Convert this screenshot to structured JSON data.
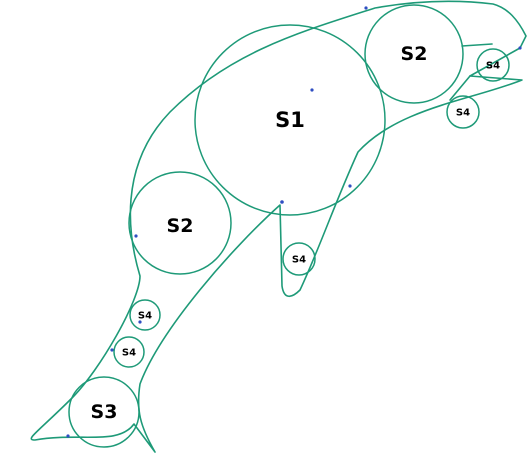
{
  "colors": {
    "outline": "#1e9a78",
    "accent_dots": "#2f4ec2",
    "label": "#000000",
    "background": "#ffffff"
  },
  "shape": {
    "name": "dolphin",
    "circles": [
      {
        "label": "S1"
      },
      {
        "label": "S2"
      },
      {
        "label": "S2"
      },
      {
        "label": "S3"
      },
      {
        "label": "S4"
      },
      {
        "label": "S4"
      },
      {
        "label": "S4"
      },
      {
        "label": "S4"
      },
      {
        "label": "S4"
      }
    ]
  }
}
